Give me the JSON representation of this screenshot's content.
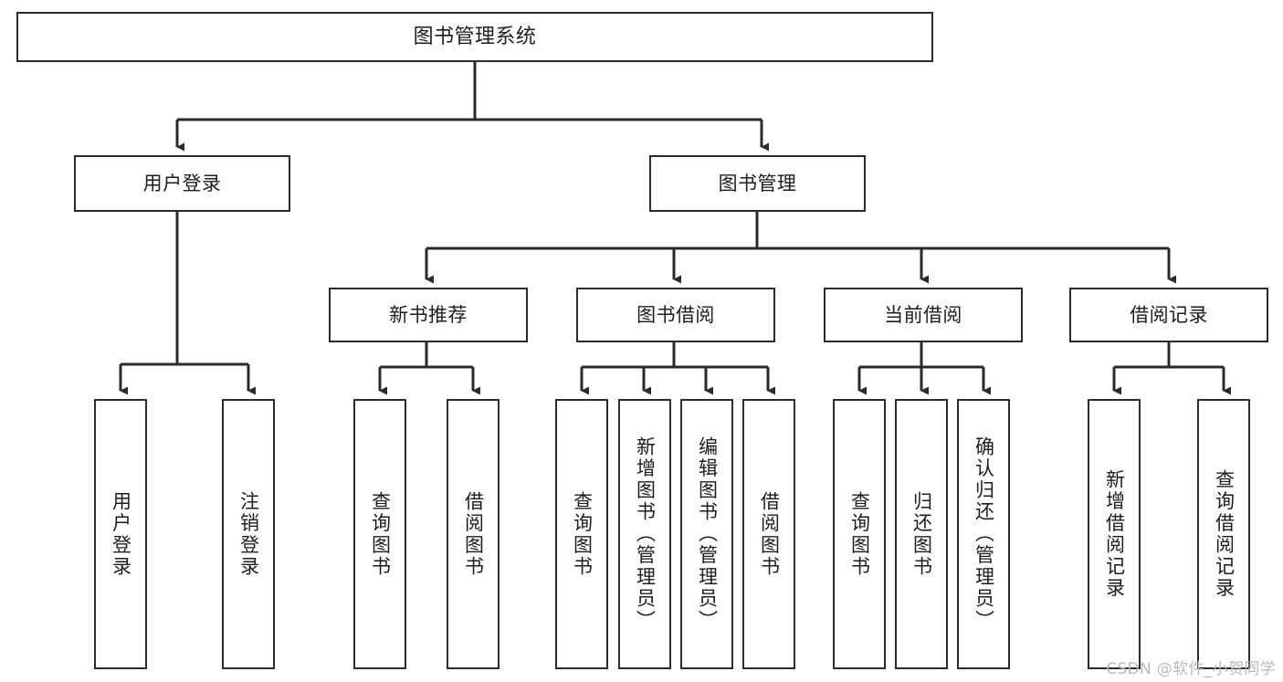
{
  "diagram": {
    "title": "图书管理系统",
    "type": "tree-hierarchy-chart",
    "watermark": "CSDN @软件_小贺同学",
    "colors": {
      "background": "#ffffff",
      "node_fill": "#ffffff",
      "node_stroke": "#2b2b2b",
      "edge_stroke": "#2b2b2b",
      "text": "#1d1d1d",
      "watermark": "#b9b9b9"
    },
    "nodes": {
      "root": {
        "label": "图书管理系统"
      },
      "level2": [
        {
          "label": "用户登录"
        },
        {
          "label": "图书管理"
        }
      ],
      "level3": [
        {
          "label": "新书推荐"
        },
        {
          "label": "图书借阅"
        },
        {
          "label": "当前借阅"
        },
        {
          "label": "借阅记录"
        }
      ],
      "leaves": {
        "user_login": [
          {
            "label": "用户登录"
          },
          {
            "label": "注销登录"
          }
        ],
        "new_book_recommend": [
          {
            "label": "查询图书"
          },
          {
            "label": "借阅图书"
          }
        ],
        "book_borrow": [
          {
            "label": "查询图书"
          },
          {
            "label": "新增图书（管理员）"
          },
          {
            "label": "编辑图书（管理员）"
          },
          {
            "label": "借阅图书"
          }
        ],
        "current_borrow": [
          {
            "label": "查询图书"
          },
          {
            "label": "归还图书"
          },
          {
            "label": "确认归还（管理员）"
          }
        ],
        "borrow_record": [
          {
            "label": "新增借阅记录"
          },
          {
            "label": "查询借阅记录"
          }
        ]
      }
    }
  }
}
